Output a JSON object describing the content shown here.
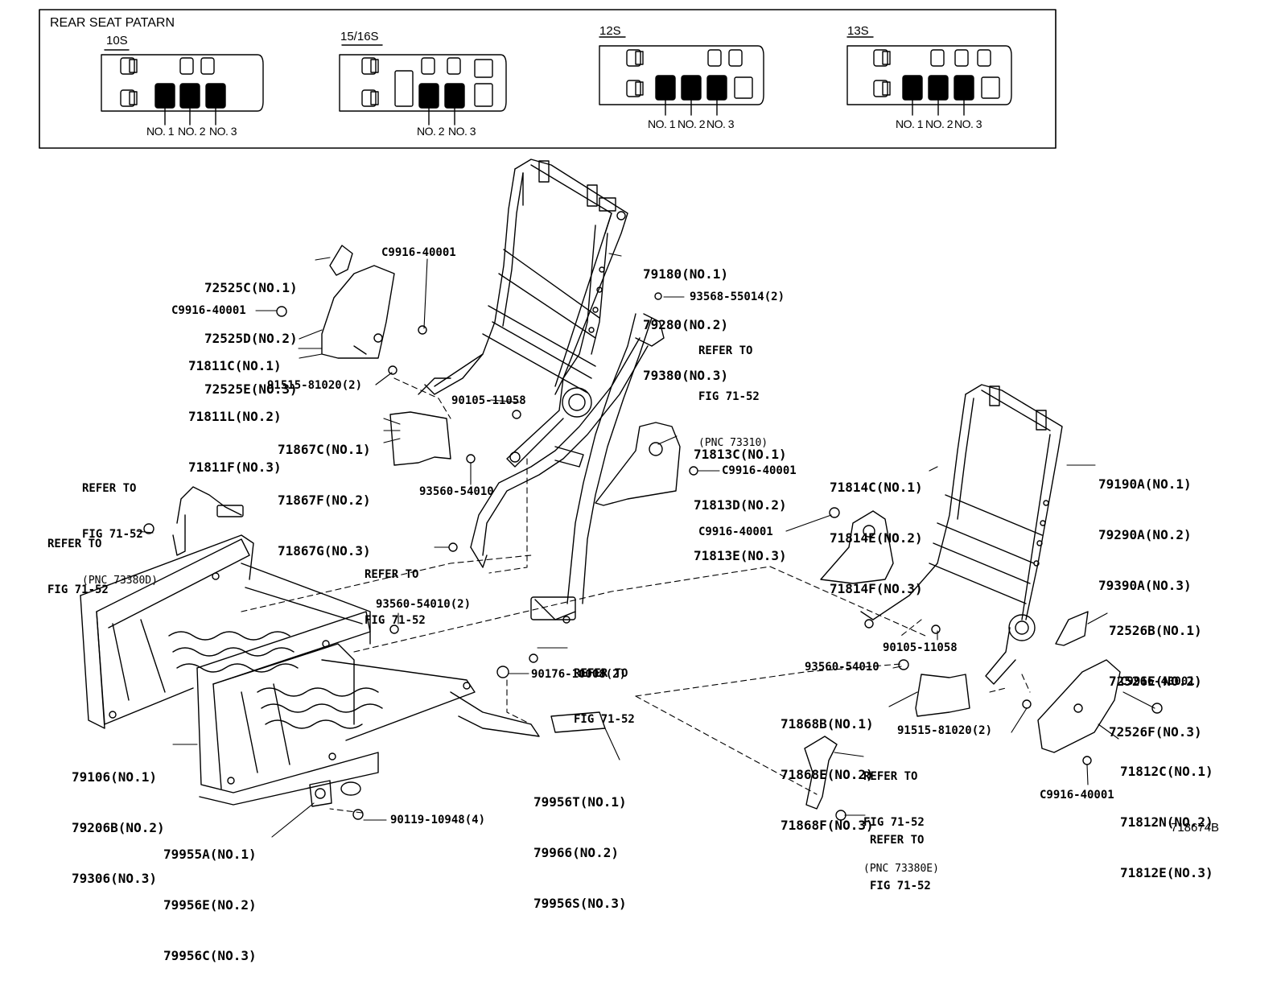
{
  "pattern_box": {
    "title": "REAR SEAT PATARN",
    "patterns": [
      {
        "label": "10S",
        "seats": [
          "NO. 1",
          "NO. 2",
          "NO. 3"
        ]
      },
      {
        "label": "15/16S",
        "seats": [
          "NO. 2",
          "NO. 3"
        ]
      },
      {
        "label": "12S",
        "seats": [
          "NO. 1",
          "NO. 2",
          "NO. 3"
        ]
      },
      {
        "label": "13S",
        "seats": [
          "NO. 1",
          "NO. 2",
          "NO. 3"
        ]
      }
    ]
  },
  "parts": {
    "p72525": [
      "72525C(NO.1)",
      "72525D(NO.2)",
      "72525E(NO.3)"
    ],
    "c9916_a": "C9916-40001",
    "c9916_b": "C9916-40001",
    "p71811": [
      "71811C(NO.1)",
      "71811L(NO.2)",
      "71811F(NO.3)"
    ],
    "p91515_left": "91515-81020(2)",
    "p90105_left": "90105-11058",
    "p79180": [
      "79180(NO.1)",
      "79280(NO.2)",
      "79380(NO.3)"
    ],
    "p93568": "93568-55014(2)",
    "ref_73310": [
      "REFER TO",
      "FIG 71-52",
      "(PNC 73310)"
    ],
    "p71867": [
      "71867C(NO.1)",
      "71867F(NO.2)",
      "71867G(NO.3)"
    ],
    "p93560_a": "93560-54010",
    "p71813": [
      "71813C(NO.1)",
      "71813D(NO.2)",
      "71813E(NO.3)"
    ],
    "c9916_c": "C9916-40001",
    "ref_73380d": [
      "REFER TO",
      "FIG 71-52",
      "(PNC 73380D)"
    ],
    "ref_left": [
      "REFER TO",
      "FIG 71-52"
    ],
    "ref_mid": [
      "REFER TO",
      "FIG 71-52"
    ],
    "p93560_b": "93560-54010(2)",
    "ref_center": [
      "REFER TO",
      "FIG 71-52"
    ],
    "p90176": "90176-10008(2)",
    "p79106": [
      "79106(NO.1)",
      "79206B(NO.2)",
      "79306(NO.3)"
    ],
    "p79956t": [
      "79956T(NO.1)",
      "79966(NO.2)",
      "79956S(NO.3)"
    ],
    "p79955": [
      "79955A(NO.1)",
      "79956E(NO.2)",
      "79956C(NO.3)"
    ],
    "p90119": "90119-10948(4)",
    "p71814": [
      "71814C(NO.1)",
      "71814E(NO.2)",
      "71814F(NO.3)"
    ],
    "c9916_d": "C9916-40001",
    "p79190": [
      "79190A(NO.1)",
      "79290A(NO.2)",
      "79390A(NO.3)"
    ],
    "p72526": [
      "72526B(NO.1)",
      "72526E(NO.2)",
      "72526F(NO.3)"
    ],
    "p90105_right": "90105-11058",
    "p93560_c": "93560-54010",
    "p71868": [
      "71868B(NO.1)",
      "71868E(NO.2)",
      "71868F(NO.3)"
    ],
    "c9916_e": "C9916-40001",
    "p91515_right": "91515-81020(2)",
    "p71812": [
      "71812C(NO.1)",
      "71812N(NO.2)",
      "71812E(NO.3)"
    ],
    "c9916_f": "C9916-40001",
    "ref_73380e": [
      "REFER TO",
      "FIG 71-52",
      "(PNC 73380E)"
    ],
    "ref_bottom": [
      "REFER TO",
      "FIG 71-52"
    ]
  },
  "figure_id": "718674B"
}
